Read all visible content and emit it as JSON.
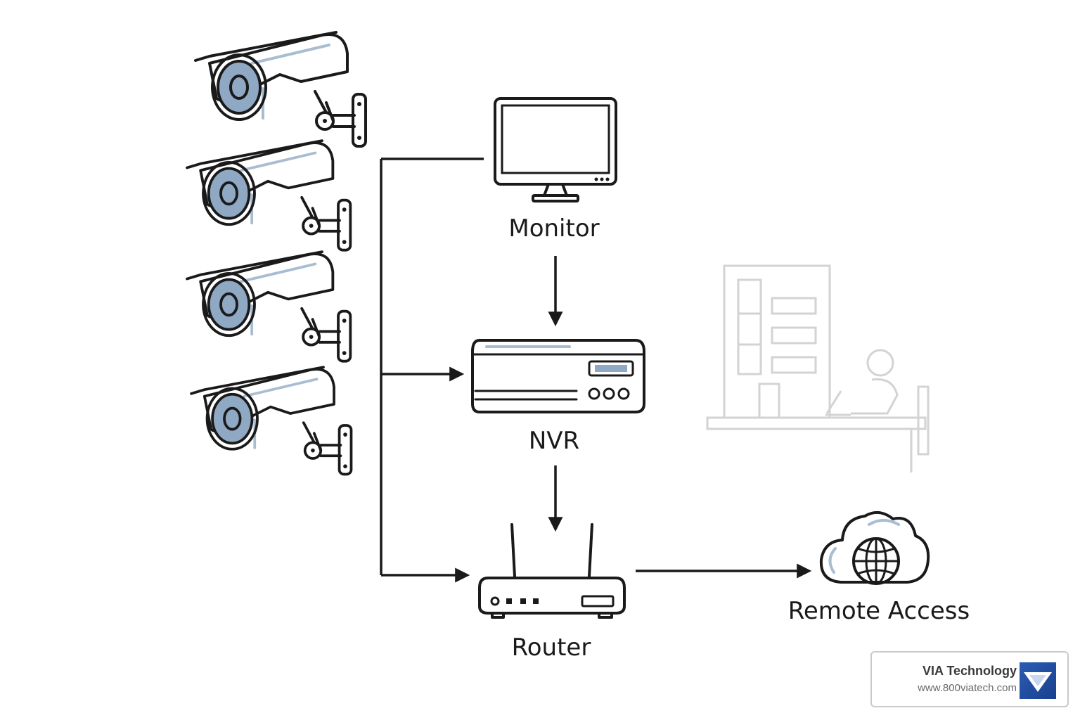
{
  "nodes": {
    "monitor": {
      "label": "Monitor"
    },
    "nvr": {
      "label": "NVR"
    },
    "router": {
      "label": "Router"
    },
    "remote_access": {
      "label": "Remote Access"
    }
  },
  "cameras": [
    {
      "id": "camera-1"
    },
    {
      "id": "camera-2"
    },
    {
      "id": "camera-3"
    },
    {
      "id": "camera-4"
    }
  ],
  "edges": [
    {
      "from": "cameras",
      "to": "monitor"
    },
    {
      "from": "cameras",
      "to": "nvr"
    },
    {
      "from": "cameras",
      "to": "router"
    },
    {
      "from": "monitor",
      "to": "nvr"
    },
    {
      "from": "nvr",
      "to": "router"
    },
    {
      "from": "router",
      "to": "remote_access"
    }
  ],
  "brand": {
    "name": "VIA Technology",
    "url": "www.800viatech.com"
  },
  "colors": {
    "accent": "#8fa8c4",
    "line": "#1a1a1a",
    "ghost": "#d3d3d3",
    "logo": "#2a5db3"
  }
}
